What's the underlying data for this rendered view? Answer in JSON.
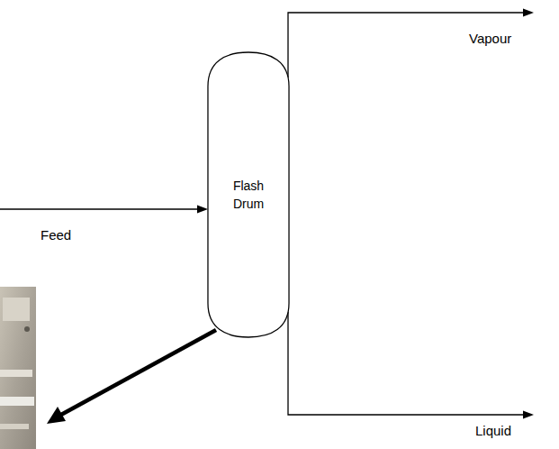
{
  "diagram": {
    "nodes": [
      {
        "text": [
          "Flash Drum"
        ]
      }
    ],
    "labels": [
      "Feed",
      "Vapour",
      "Liquid"
    ]
  }
}
